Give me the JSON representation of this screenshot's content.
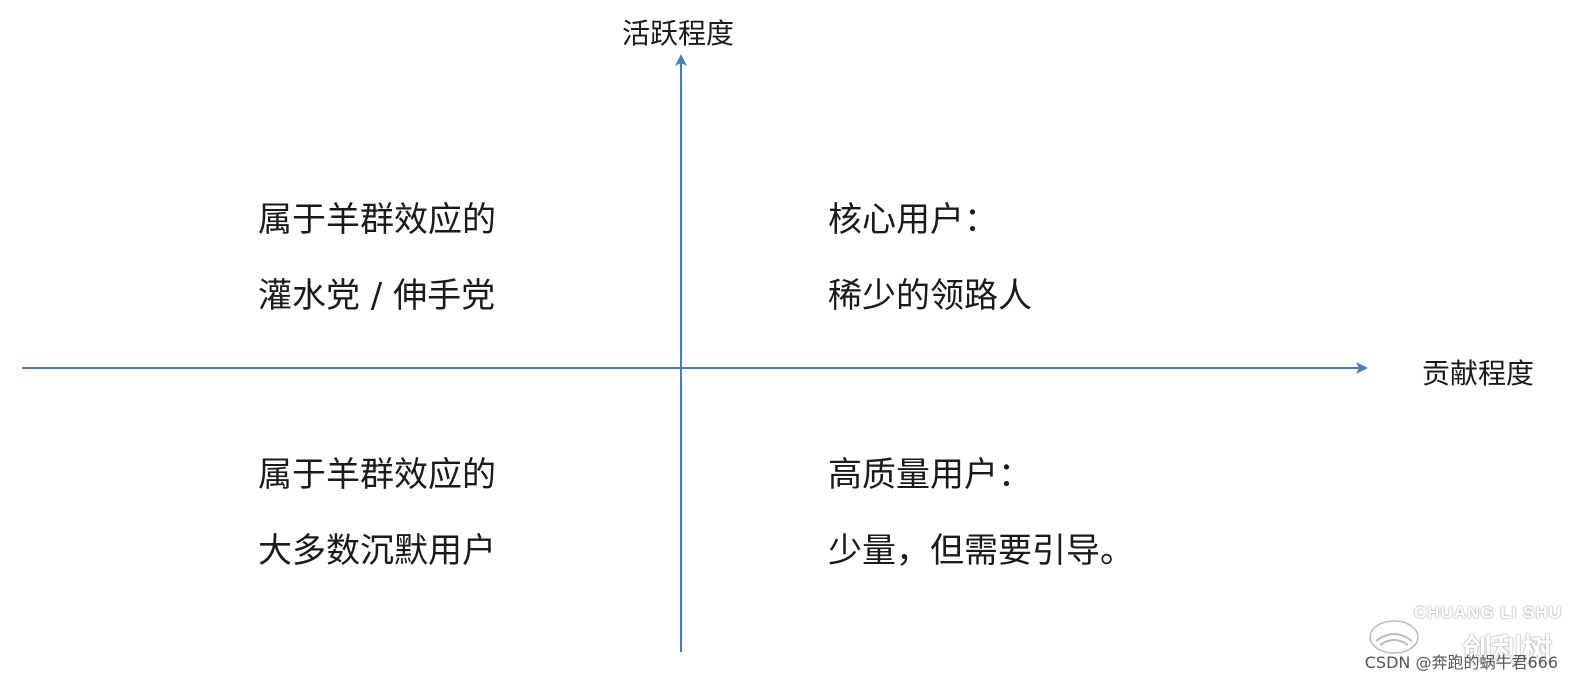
{
  "diagram": {
    "y_axis_label": "活跃程度",
    "x_axis_label": "贡献程度",
    "axis_color": "#4a7dbf",
    "quadrants": {
      "top_left": {
        "line1": "属于羊群效应的",
        "line2": "灌水党 / 伸手党"
      },
      "top_right": {
        "line1": "核心用户：",
        "line2": "稀少的领路人"
      },
      "bottom_left": {
        "line1": "属于羊群效应的",
        "line2": "大多数沉默用户"
      },
      "bottom_right": {
        "line1": "高质量用户：",
        "line2": "少量，但需要引导。"
      }
    }
  },
  "watermark": {
    "brand_en": "CHUANG LI SHU",
    "brand_cn": "创利树",
    "csdn": "CSDN @奔跑的蜗牛君666"
  }
}
